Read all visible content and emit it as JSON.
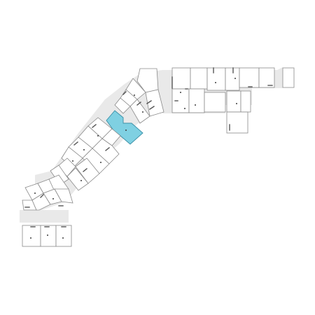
{
  "view": {
    "type": "floor-plan",
    "background": "#ffffff",
    "corridor_color": "#e9e9e9",
    "room_fill": "#ffffff",
    "room_stroke": "#8a8a8a",
    "highlight_color": "#7fd0e2"
  },
  "units": {
    "total_rooms_shown": 60,
    "highlighted_units": 1
  }
}
